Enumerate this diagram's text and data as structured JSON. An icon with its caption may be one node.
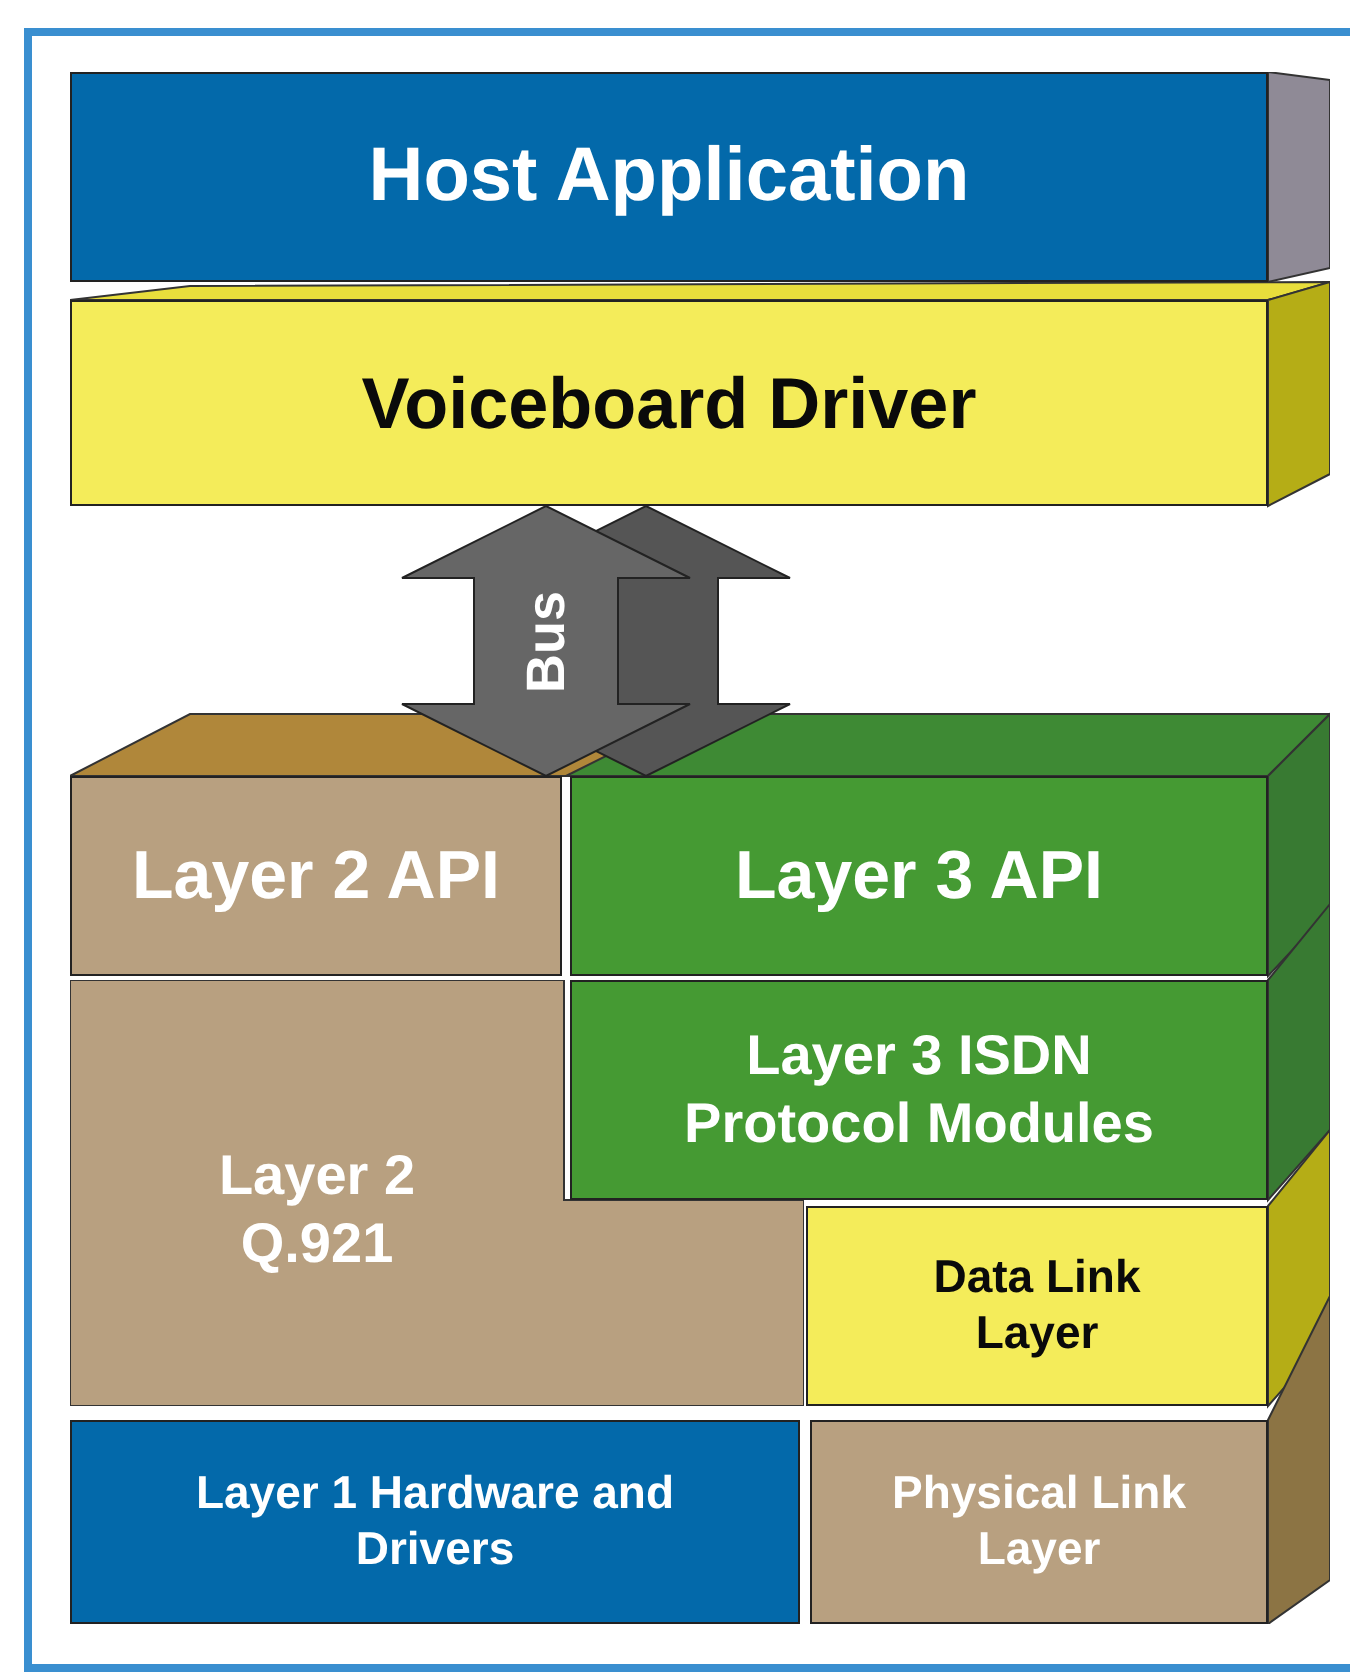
{
  "diagram": {
    "nodes": [
      {
        "text": [
          "Host Application"
        ]
      },
      {
        "text": [
          "Voiceboard Driver"
        ]
      },
      {
        "text": [
          "Layer 2 API"
        ]
      },
      {
        "text": [
          "Layer 3 API"
        ]
      },
      {
        "text": [
          "Layer 2 Q.921"
        ]
      },
      {
        "text": [
          "Layer 3 ISDN Protocol Modules"
        ]
      },
      {
        "text": [
          "Data Link Layer"
        ]
      },
      {
        "text": [
          "Layer 1 Hardware and Drivers"
        ]
      },
      {
        "text": [
          "Physical Link Layer"
        ]
      }
    ],
    "edges": [
      {
        "from": 1,
        "to": 2,
        "arrow": "both",
        "label": "Bus",
        "style": "thick"
      }
    ]
  }
}
